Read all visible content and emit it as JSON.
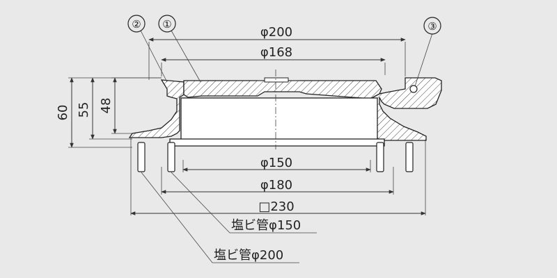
{
  "callouts": [
    "②",
    "①",
    "③"
  ],
  "dimensions": {
    "top_outer": "φ200",
    "top_inner": "φ168",
    "bottom_inner": "φ150",
    "bottom_mid": "φ180",
    "bottom_outer": "□230",
    "h1": "60",
    "h2": "55",
    "h3": "48"
  },
  "pipe_labels": {
    "pipe150": "塩ビ管φ150",
    "pipe200": "塩ビ管φ200"
  }
}
